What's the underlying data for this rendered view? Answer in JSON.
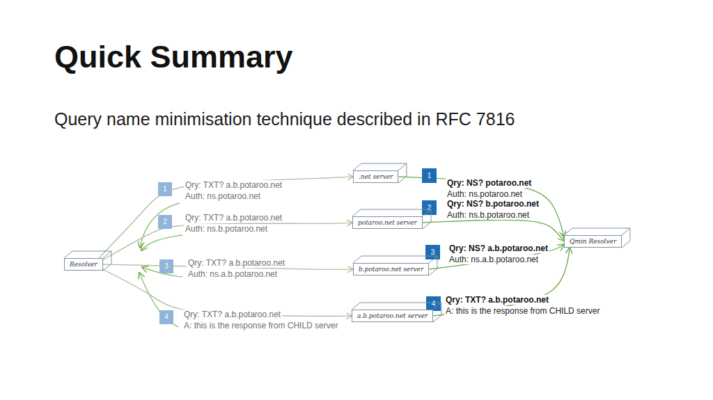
{
  "diagram": {
    "title": "Quick Summary",
    "caption": "Query name minimisation technique described in RFC 7816",
    "nodes": [
      {
        "text": [
          "Resolver"
        ]
      },
      {
        "text": [
          ".net server"
        ]
      },
      {
        "text": [
          "potaroo.net server"
        ]
      },
      {
        "text": [
          "b.potaroo.net server"
        ]
      },
      {
        "text": [
          "a.b.potaroo.net server"
        ]
      },
      {
        "text": [
          "Qmin Resolver"
        ]
      }
    ],
    "edges": [
      {
        "from": 0,
        "to": 1,
        "arrow": "to"
      },
      {
        "from": 0,
        "to": 2,
        "arrow": "to"
      },
      {
        "from": 0,
        "to": 3,
        "arrow": "to"
      },
      {
        "from": 0,
        "to": 4,
        "arrow": "to"
      },
      {
        "from": 1,
        "to": 5,
        "arrow": "to"
      },
      {
        "from": 2,
        "to": 5,
        "arrow": "to"
      },
      {
        "from": 3,
        "to": 5,
        "arrow": "to"
      },
      {
        "from": 4,
        "to": 5,
        "arrow": "to"
      }
    ],
    "labels": [
      "1",
      "Qry: TXT? a.b.potaroo.net",
      "Auth: ns.potaroo.net",
      "2",
      "Qry: TXT? a.b.potaroo.net",
      "Auth: ns.b.potaroo.net",
      "3",
      "Qry: TXT? a.b.potaroo.net",
      "Auth: ns.a.b.potaroo.net",
      "4",
      "Qry: TXT? a.b.potaroo.net",
      "A: this is the response from CHILD server",
      "1",
      "Qry: NS? potaroo.net",
      "Auth: ns.potaroo.net",
      "2",
      "Qry: NS? b.potaroo.net",
      "Auth: ns.b.potaroo.net",
      "3",
      "Qry: NS? a.b.potaroo.net",
      "Auth: ns.a.b.potaroo.net",
      "4",
      "Qry: TXT? a.b.potaroo.net",
      "A: this is the response from CHILD server"
    ]
  }
}
